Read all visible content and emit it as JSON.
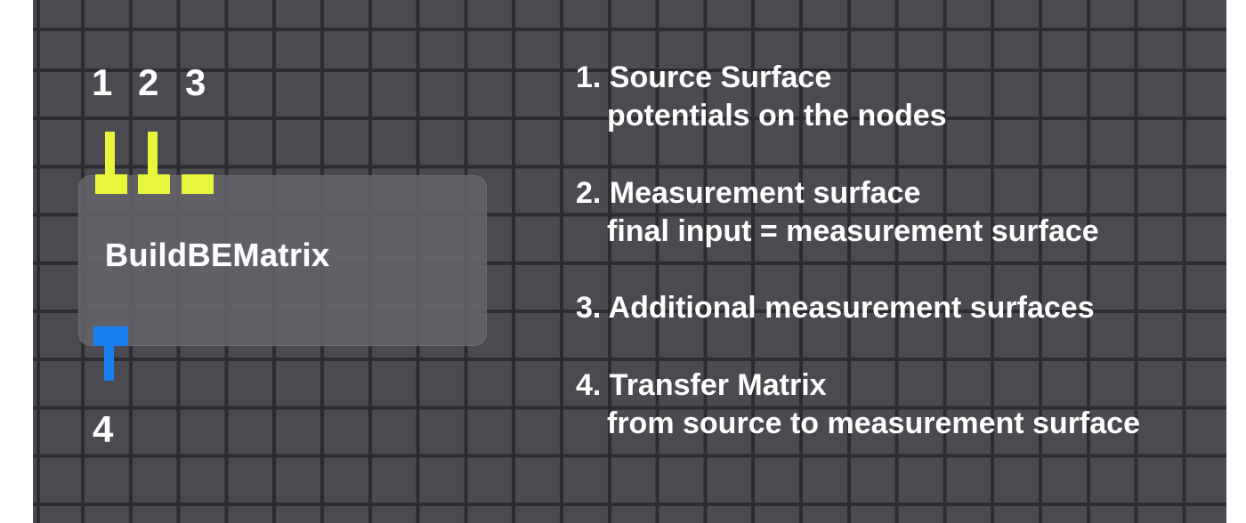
{
  "module": {
    "title": "BuildBEMatrix"
  },
  "ports": {
    "input_1_label": "1",
    "input_2_label": "2",
    "input_3_label": "3",
    "output_1_label": "4"
  },
  "colors": {
    "input_port": "#e8f53a",
    "output_port": "#1a7ef2",
    "canvas_background": "#4a4a50",
    "grid_line": "#2c2c30"
  },
  "legend": [
    {
      "heading": "1. Source Surface",
      "detail": "potentials on the nodes"
    },
    {
      "heading": "2. Measurement surface",
      "detail": "final input = measurement surface"
    },
    {
      "heading": "3. Additional measurement surfaces",
      "detail": ""
    },
    {
      "heading": "4. Transfer Matrix",
      "detail": "from source to measurement surface"
    }
  ]
}
